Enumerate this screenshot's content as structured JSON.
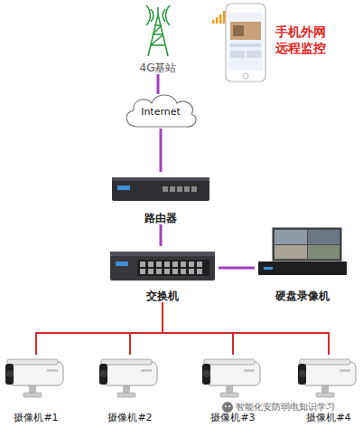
{
  "diagram": {
    "nodes": [
      {
        "text": [
          "4G基站"
        ]
      },
      {
        "text": [
          "手机外网 远程监控"
        ]
      },
      {
        "text": [
          "Internet"
        ]
      },
      {
        "text": [
          "路由器"
        ]
      },
      {
        "text": [
          "交换机"
        ]
      },
      {
        "text": [
          "硬盘录像机"
        ]
      },
      {
        "text": [
          "摄像机#1"
        ]
      },
      {
        "text": [
          "摄像机#2"
        ]
      },
      {
        "text": [
          "摄像机#3"
        ]
      },
      {
        "text": [
          "摄像机#4"
        ]
      }
    ],
    "edges": [
      {
        "from": 0,
        "to": 2,
        "arrow": "none"
      },
      {
        "from": 2,
        "to": 3,
        "arrow": "none"
      },
      {
        "from": 3,
        "to": 4,
        "arrow": "none"
      },
      {
        "from": 4,
        "to": 5,
        "arrow": "none"
      },
      {
        "from": 4,
        "to": 6,
        "arrow": "none"
      },
      {
        "from": 4,
        "to": 7,
        "arrow": "none"
      },
      {
        "from": 4,
        "to": 8,
        "arrow": "none"
      },
      {
        "from": 4,
        "to": 9,
        "arrow": "none"
      }
    ],
    "labels": [
      "智能化安防弱电知识学习"
    ]
  }
}
